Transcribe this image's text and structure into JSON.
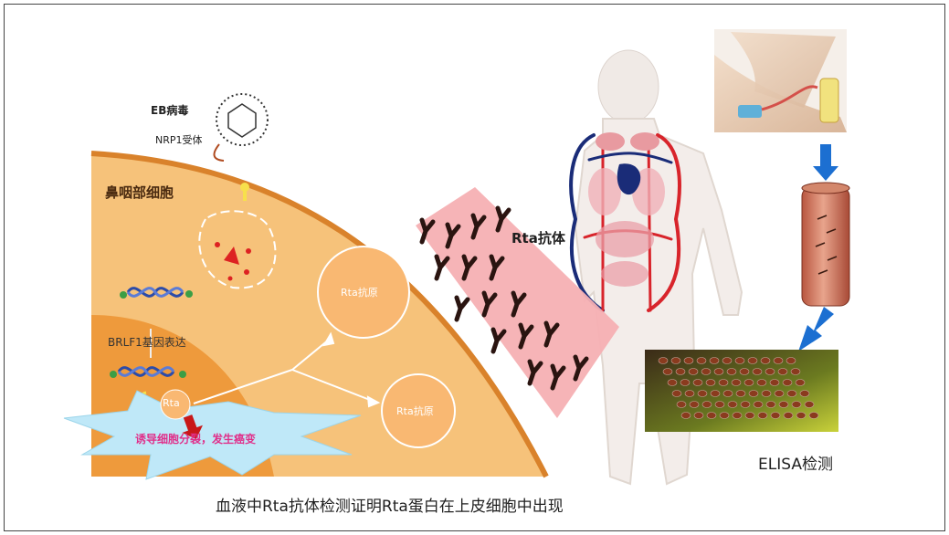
{
  "labels": {
    "virus": "EB病毒",
    "receptor": "NRP1受体",
    "cell": "鼻咽部细胞",
    "gene": "BRLF1基因表达",
    "rta": "Rta",
    "antigen_1": "Rta抗原",
    "antigen_2": "Rta抗原",
    "antibody": "Rta抗体",
    "induce": "诱导细胞分裂，发生癌变",
    "elisa": "ELISA检测",
    "caption": "血液中Rta抗体检测证明Rta蛋白在上皮细胞中出现"
  },
  "colors": {
    "cell_outer": "#f6c27a",
    "cell_inner": "#ee9a3c",
    "membrane": "#d9822b",
    "antigen": "#f9b872",
    "antibody_band": "#f6b0b3",
    "antibody_mark": "#2a1410",
    "burst": "#bfe8f8",
    "burst_text": "#e0308a",
    "arrow_blue": "#1c6fd1",
    "artery": "#d8242b",
    "vein": "#1a2c78"
  }
}
